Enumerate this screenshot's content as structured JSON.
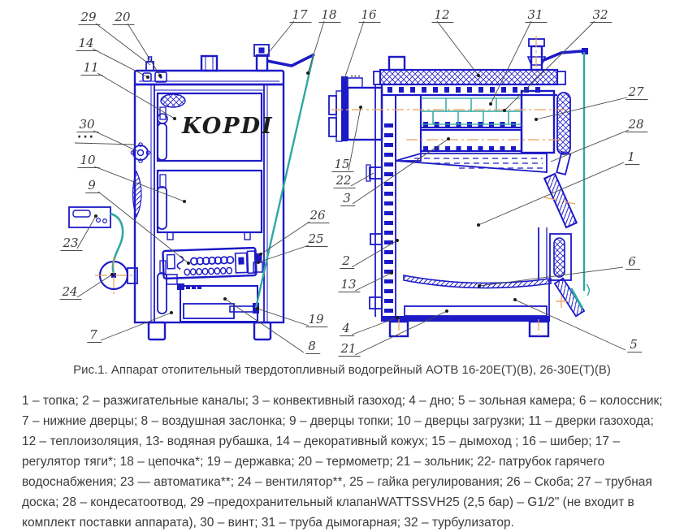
{
  "figure": {
    "logo": "KOPDI",
    "caption": "Рис.1. Аппарат отопительный твердотопливный водогрейный АОТВ 16-20Е(Т)(В), 26-30Е(Т)(В)",
    "parts_list": "1 – топка; 2 – разжигательные каналы; 3 – конвективный газоход; 4 – дно; 5 – зольная камера; 6 – колоссник; 7 – нижние дверцы; 8 – воздушная заслонка; 9 – дверцы топки; 10 – дверцы загрузки; 11 – дверки газохода; 12 – теплоизоляция, 13- водяная рубашка, 14 – декоративный кожух; 15 – дымоход ; 16 – шибер; 17 – регулятор тяги*; 18 – цепочка*; 19 – державка; 20 – термометр; 21 – зольник; 22- патрубок гарячего водоснабжения; 23 — автоматика**; 24 – вентилятор**, 25 – гайка регулирования; 26 – Скоба; 27 – трубная доска; 28 – кондесатоотвод, 29 –предохранительный клапанWATTSSVH25 (2,5 бар) – G1/2\" (не входит в комплект поставки аппарата), 30 – винт; 31 – труба дымогарная; 32 – турбулизатор.",
    "ellipsis": "···",
    "ellipsis_small": "···",
    "colors": {
      "line_blue": "#1c1ac6",
      "accent_teal": "#2fa8a2",
      "centerline_orange": "#e9a25b",
      "text": "#3b3b3b"
    },
    "callouts": {
      "n1": "1",
      "n2": "2",
      "n3": "3",
      "n4": "4",
      "n5": "5",
      "n6": "6",
      "n7": "7",
      "n8": "8",
      "n9": "9",
      "n10": "10",
      "n11": "11",
      "n12": "12",
      "n13": "13",
      "n14": "14",
      "n15": "15",
      "n16": "16",
      "n17": "17",
      "n18": "18",
      "n19": "19",
      "n20": "20",
      "n21": "21",
      "n22": "22",
      "n23": "23",
      "n24": "24",
      "n25": "25",
      "n26": "26",
      "n27": "27",
      "n28": "28",
      "n29": "29",
      "n30": "30",
      "n31": "31",
      "n32": "32"
    }
  }
}
